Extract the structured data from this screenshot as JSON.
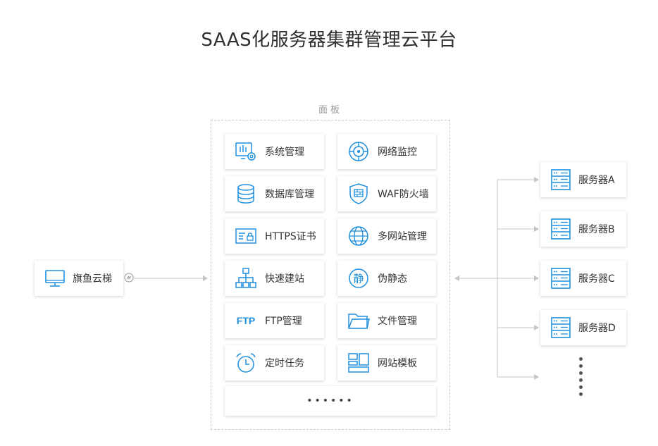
{
  "title": "SAAS化服务器集群管理云平台",
  "panel": {
    "label": "面板",
    "items": [
      {
        "label": "系统管理",
        "icon": "system-settings-icon"
      },
      {
        "label": "网络监控",
        "icon": "network-monitor-icon"
      },
      {
        "label": "数据库管理",
        "icon": "database-icon"
      },
      {
        "label": "WAF防火墙",
        "icon": "firewall-shield-icon"
      },
      {
        "label": "HTTPS证书",
        "icon": "certificate-icon"
      },
      {
        "label": "多网站管理",
        "icon": "globe-icon"
      },
      {
        "label": "快速建站",
        "icon": "sitemap-icon"
      },
      {
        "label": "伪静态",
        "icon": "pseudo-static-icon"
      },
      {
        "label": "FTP管理",
        "icon": "ftp-icon"
      },
      {
        "label": "文件管理",
        "icon": "folder-icon"
      },
      {
        "label": "定时任务",
        "icon": "alarm-clock-icon"
      },
      {
        "label": "网站模板",
        "icon": "template-icon"
      }
    ],
    "more": "••••••",
    "pseudo_static_glyph": "静",
    "ftp_glyph": "FTP"
  },
  "client": {
    "label": "旗鱼云梯",
    "icon": "monitor-icon",
    "connector_icon": "link-icon"
  },
  "servers": [
    {
      "label": "服务器A",
      "icon": "server-icon"
    },
    {
      "label": "服务器B",
      "icon": "server-icon"
    },
    {
      "label": "服务器C",
      "icon": "server-icon"
    },
    {
      "label": "服务器D",
      "icon": "server-icon"
    }
  ],
  "colors": {
    "accent": "#1e8fde",
    "line": "#c4c4c4",
    "text": "#333333"
  }
}
